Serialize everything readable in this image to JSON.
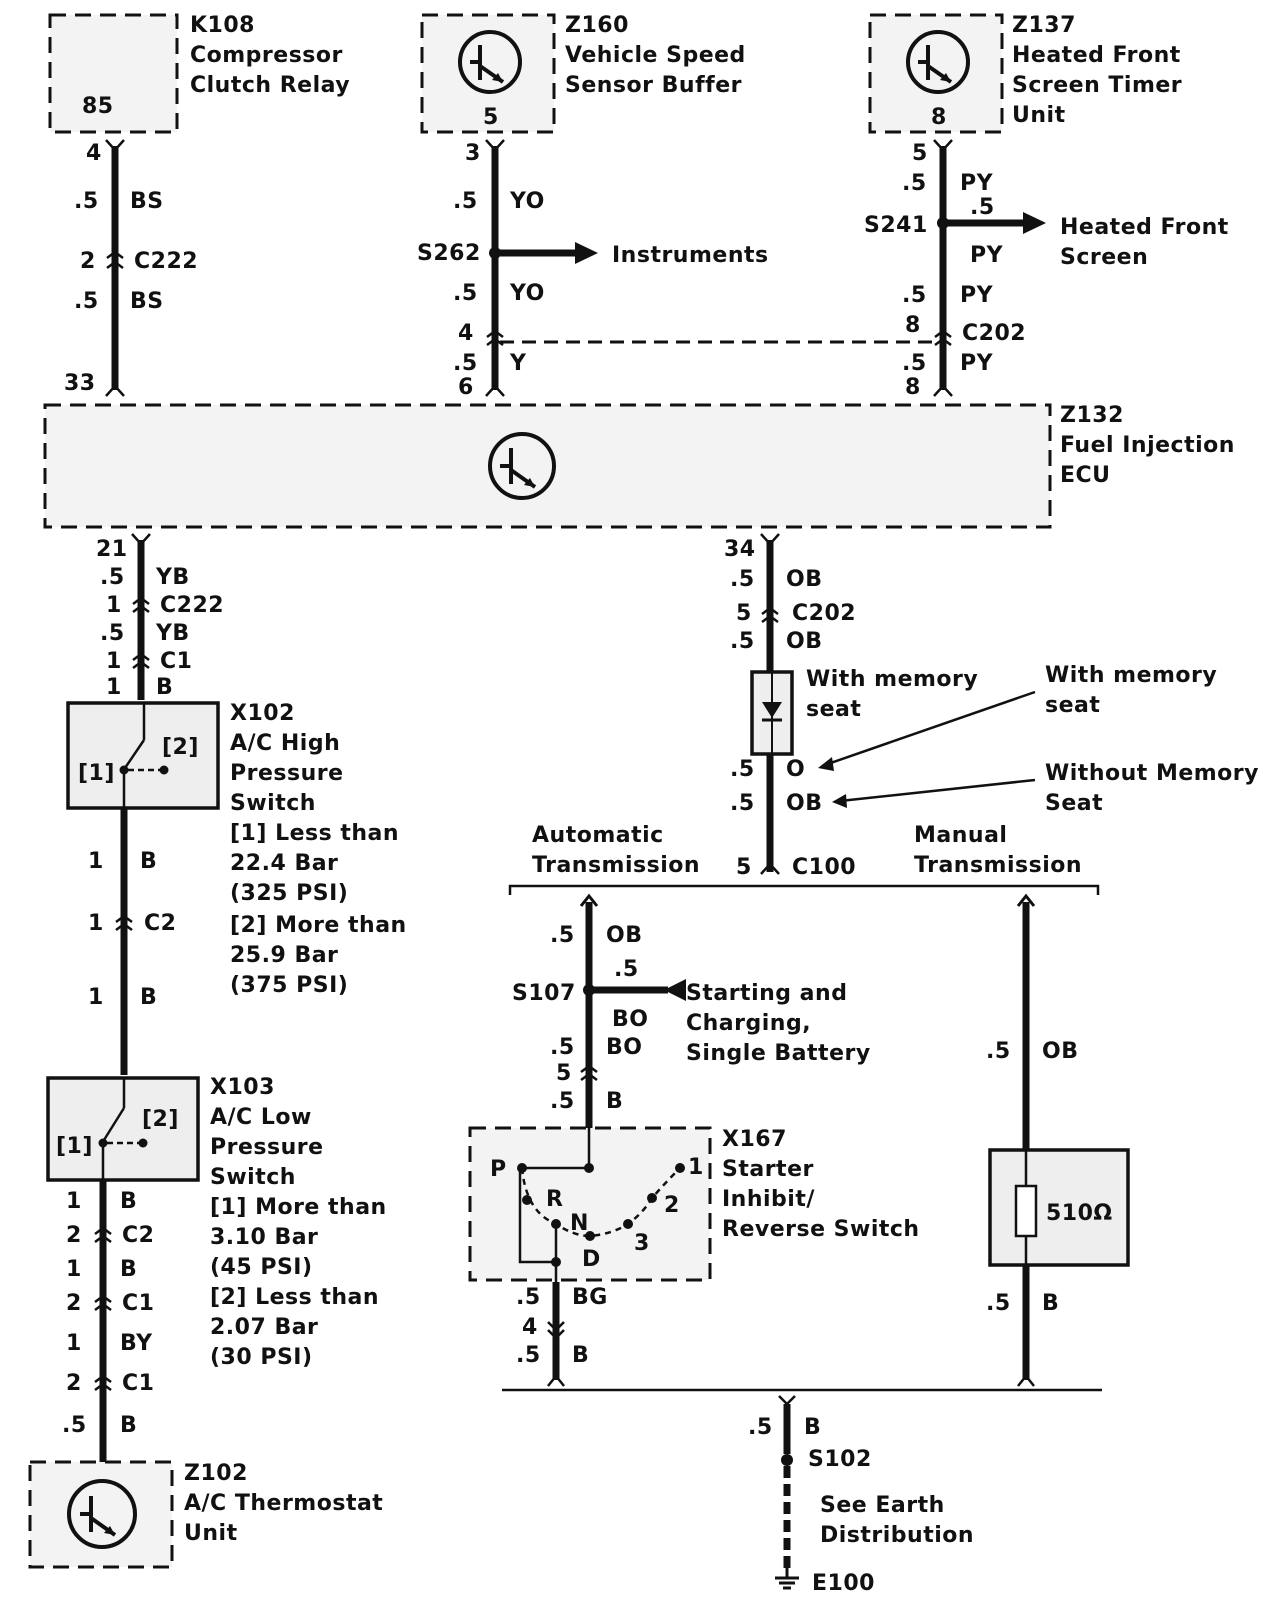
{
  "components": {
    "k108": {
      "id": "K108",
      "l1": "Compressor",
      "l2": "Clutch Relay",
      "pin": "85"
    },
    "z160": {
      "id": "Z160",
      "l1": "Vehicle Speed",
      "l2": "Sensor Buffer",
      "pin": "5"
    },
    "z137": {
      "id": "Z137",
      "l1": "Heated Front",
      "l2": "Screen Timer",
      "l3": "Unit",
      "pin": "8"
    },
    "z132": {
      "id": "Z132",
      "l1": "Fuel Injection",
      "l2": "ECU"
    },
    "x102": {
      "id": "X102",
      "l1": "A/C High",
      "l2": "Pressure",
      "l3": "Switch",
      "n1": "[1]  Less than",
      "n2": "22.4 Bar",
      "n3": "(325 PSI)",
      "n4": "[2]  More than",
      "n5": "25.9 Bar",
      "n6": "(375 PSI)",
      "p1": "[1]",
      "p2": "[2]"
    },
    "x103": {
      "id": "X103",
      "l1": "A/C Low",
      "l2": "Pressure",
      "l3": "Switch",
      "n1": "[1]  More than",
      "n2": "3.10 Bar",
      "n3": "(45 PSI)",
      "n4": "[2]  Less than",
      "n5": "2.07 Bar",
      "n6": "(30 PSI)",
      "p1": "[1]",
      "p2": "[2]"
    },
    "z102": {
      "id": "Z102",
      "l1": "A/C Thermostat",
      "l2": "Unit"
    },
    "x167": {
      "id": "X167",
      "l1": "Starter",
      "l2": "Inhibit/",
      "l3": "Reverse Switch",
      "P": "P",
      "R": "R",
      "N": "N",
      "D": "D",
      "s1": "1",
      "s2": "2",
      "s3": "3"
    },
    "resistor": {
      "value": "510Ω"
    }
  },
  "wires": {
    "k108": {
      "pin4": "4",
      "g1": ".5",
      "c1": "BS",
      "n2": "2",
      "conn": "C222",
      "g2": ".5",
      "c2": "BS",
      "pin33": "33"
    },
    "z160": {
      "pin3": "3",
      "g1": ".5",
      "c1": "YO",
      "splice": "S262",
      "dest": "Instruments",
      "g2": ".5",
      "c2": "YO",
      "n4": "4",
      "g3": ".5",
      "c3": "Y",
      "pin6": "6"
    },
    "z137": {
      "pin5": "5",
      "g1": ".5",
      "c1": "PY",
      "splice": "S241",
      "g_br": ".5",
      "dest1": "Heated Front",
      "dest2": "Screen",
      "c_mid": "PY",
      "g2": ".5",
      "c2": "PY",
      "n8a": "8",
      "conn": "C202",
      "g3": ".5",
      "c3": "PY",
      "pin8": "8"
    },
    "left": {
      "pin21": "21",
      "g1": ".5",
      "c1": "YB",
      "n1": "1",
      "conn1": "C222",
      "g2": ".5",
      "c2": "YB",
      "n1b": "1",
      "conn2": "C1",
      "n1c": "1",
      "c3": "B",
      "g4": "1",
      "c4": "B",
      "n1d": "1",
      "conn3": "C2",
      "g5": "1",
      "c5": "B",
      "a_n1": "1",
      "a_c1": "B",
      "a_n2": "2",
      "a_conn1": "C2",
      "a_n3": "1",
      "a_c2": "B",
      "a_n4": "2",
      "a_conn2": "C1",
      "a_n5": "1",
      "a_c3": "BY",
      "a_n6": "2",
      "a_conn3": "C1",
      "a_g": ".5",
      "a_c4": "B"
    },
    "right": {
      "pin34": "34",
      "g1": ".5",
      "c1": "OB",
      "n5": "5",
      "conn1": "C202",
      "g2": ".5",
      "c2": "OB",
      "diode1": "With memory",
      "diode2": "seat",
      "g3": ".5",
      "c3": "O",
      "g4": ".5",
      "c4": "OB",
      "note1a": "With memory",
      "note1b": "seat",
      "note2a": "Without Memory",
      "note2b": "Seat",
      "n5b": "5",
      "conn2": "C100",
      "auto1": "Automatic",
      "auto2": "Transmission",
      "man1": "Manual",
      "man2": "Transmission"
    },
    "auto": {
      "g1": ".5",
      "c1": "OB",
      "splice": "S107",
      "g_br": ".5",
      "dest1": "Starting and",
      "dest2": "Charging,",
      "dest3": "Single Battery",
      "c_br": "BO",
      "g2": ".5",
      "c2": "BO",
      "n5": "5",
      "g3": ".5",
      "c3": "B",
      "g4": ".5",
      "c4": "BG",
      "n4": "4",
      "g5": ".5",
      "c5": "B"
    },
    "manual": {
      "g1": ".5",
      "c1": "OB",
      "g2": ".5",
      "c2": "B"
    },
    "earth": {
      "g1": ".5",
      "c1": "B",
      "splice": "S102",
      "note1": "See Earth",
      "note2": "Distribution",
      "ground": "E100"
    }
  }
}
